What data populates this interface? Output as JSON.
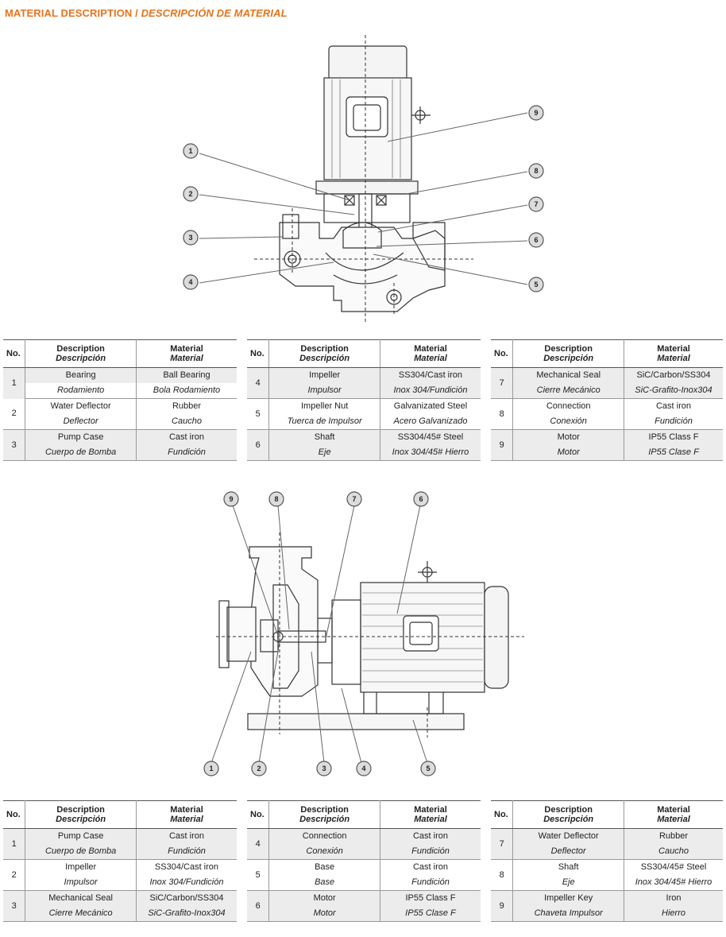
{
  "title": {
    "en": "MATERIAL DESCRIPTION",
    "sep": " / ",
    "es": "DESCRIPCIÓN DE MATERIAL"
  },
  "headers": {
    "no": "No.",
    "desc_en": "Description",
    "desc_es": "Descripción",
    "mat_en": "Material",
    "mat_es": "Material"
  },
  "diagram1": {
    "callouts": [
      "1",
      "2",
      "3",
      "4",
      "5",
      "6",
      "7",
      "8",
      "9"
    ]
  },
  "diagram2": {
    "callouts": [
      "9",
      "8",
      "7",
      "6",
      "1",
      "2",
      "3",
      "4",
      "5"
    ]
  },
  "table1": [
    {
      "no": "1",
      "desc_en": "Bearing",
      "desc_es": "Rodamiento",
      "mat_en": "Ball Bearing",
      "mat_es": "Bola Rodamiento"
    },
    {
      "no": "2",
      "desc_en": "Water Deflector",
      "desc_es": "Deflector",
      "mat_en": "Rubber",
      "mat_es": "Caucho"
    },
    {
      "no": "3",
      "desc_en": "Pump Case",
      "desc_es": "Cuerpo de Bomba",
      "mat_en": "Cast iron",
      "mat_es": "Fundición"
    },
    {
      "no": "4",
      "desc_en": "Impeller",
      "desc_es": "Impulsor",
      "mat_en": "SS304/Cast iron",
      "mat_es": "Inox 304/Fundición"
    },
    {
      "no": "5",
      "desc_en": "Impeller Nut",
      "desc_es": "Tuerca de Impulsor",
      "mat_en": "Galvanizated Steel",
      "mat_es": "Acero Galvanizado"
    },
    {
      "no": "6",
      "desc_en": "Shaft",
      "desc_es": "Eje",
      "mat_en": "SS304/45# Steel",
      "mat_es": "Inox 304/45# Hierro"
    },
    {
      "no": "7",
      "desc_en": "Mechanical Seal",
      "desc_es": "Cierre Mecánico",
      "mat_en": "SiC/Carbon/SS304",
      "mat_es": "SiC-Grafito-Inox304"
    },
    {
      "no": "8",
      "desc_en": "Connection",
      "desc_es": "Conexión",
      "mat_en": "Cast iron",
      "mat_es": "Fundición"
    },
    {
      "no": "9",
      "desc_en": "Motor",
      "desc_es": "Motor",
      "mat_en": "IP55 Class F",
      "mat_es": "IP55 Clase F"
    }
  ],
  "table2": [
    {
      "no": "1",
      "desc_en": "Pump Case",
      "desc_es": "Cuerpo de Bomba",
      "mat_en": "Cast iron",
      "mat_es": "Fundición"
    },
    {
      "no": "2",
      "desc_en": "Impeller",
      "desc_es": "Impulsor",
      "mat_en": "SS304/Cast iron",
      "mat_es": "Inox 304/Fundición"
    },
    {
      "no": "3",
      "desc_en": "Mechanical Seal",
      "desc_es": "Cierre Mecánico",
      "mat_en": "SiC/Carbon/SS304",
      "mat_es": "SiC-Grafito-Inox304"
    },
    {
      "no": "4",
      "desc_en": "Connection",
      "desc_es": "Conexión",
      "mat_en": "Cast iron",
      "mat_es": "Fundición"
    },
    {
      "no": "5",
      "desc_en": "Base",
      "desc_es": "Base",
      "mat_en": "Cast iron",
      "mat_es": "Fundición"
    },
    {
      "no": "6",
      "desc_en": "Motor",
      "desc_es": "Motor",
      "mat_en": "IP55 Class F",
      "mat_es": "IP55 Clase F"
    },
    {
      "no": "7",
      "desc_en": "Water Deflector",
      "desc_es": "Deflector",
      "mat_en": "Rubber",
      "mat_es": "Caucho"
    },
    {
      "no": "8",
      "desc_en": "Shaft",
      "desc_es": "Eje",
      "mat_en": "SS304/45# Steel",
      "mat_es": "Inox 304/45# Hierro"
    },
    {
      "no": "9",
      "desc_en": "Impeller Key",
      "desc_es": "Chaveta Impulsor",
      "mat_en": "Iron",
      "mat_es": "Hierro"
    }
  ]
}
